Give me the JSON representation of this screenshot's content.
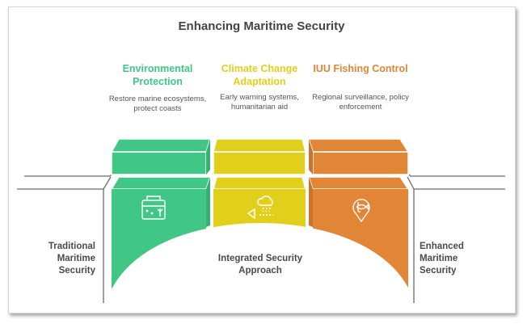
{
  "title": "Enhancing Maritime Security",
  "columns": [
    {
      "heading": "Environmental Protection",
      "description": "Restore marine ecosystems, protect coasts",
      "color": "#40c685",
      "icon": "aquarium-icon"
    },
    {
      "heading": "Climate Change Adaptation",
      "description": "Early warning systems, humanitarian aid",
      "color": "#e2cf1b",
      "icon": "rain-warning-icon"
    },
    {
      "heading": "IUU Fishing Control",
      "description": "Regional surveillance, policy enforcement",
      "color": "#e08636",
      "icon": "fish-location-icon"
    }
  ],
  "left_label": "Traditional Maritime Security",
  "right_label": "Enhanced Maritime Security",
  "center_label": "Integrated Security Approach"
}
